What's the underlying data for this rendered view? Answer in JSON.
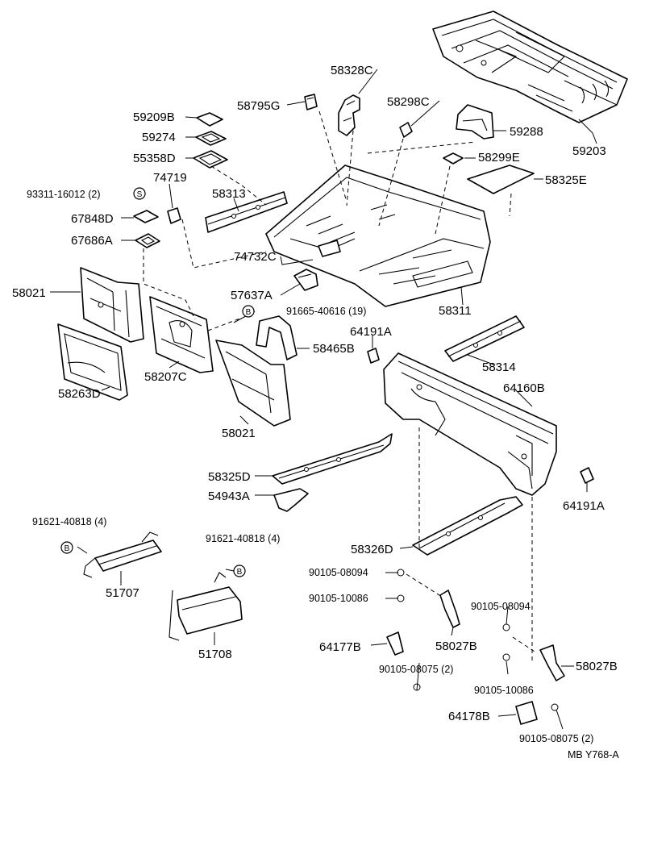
{
  "parts": {
    "p58328C": "58328C",
    "p58795G": "58795G",
    "p58298C": "58298C",
    "p59209B": "59209B",
    "p59274": "59274",
    "p55358D": "55358D",
    "p74719": "74719",
    "p93311": "93311-16012 (2)",
    "p67848D": "67848D",
    "p67686A": "67686A",
    "p58313": "58313",
    "p59288": "59288",
    "p59203": "59203",
    "p58299E": "58299E",
    "p58325E": "58325E",
    "p74732C": "74732C",
    "p57637A": "57637A",
    "p58311": "58311",
    "p58021a": "58021",
    "p91665": "91665-40616 (19)",
    "p64191Aa": "64191A",
    "p58465B": "58465B",
    "p58314": "58314",
    "p58207C": "58207C",
    "p58263D": "58263D",
    "p64160B": "64160B",
    "p58021b": "58021",
    "p58325D": "58325D",
    "p54943A": "54943A",
    "p64191Ab": "64191A",
    "p91621a": "91621-40818 (4)",
    "p91621b": "91621-40818 (4)",
    "p51707": "51707",
    "p51708": "51708",
    "p58326D": "58326D",
    "p90105_08094a": "90105-08094",
    "p90105_10086a": "90105-10086",
    "p90105_08094b": "90105-08094",
    "p64177B": "64177B",
    "p58027Ba": "58027B",
    "p90105_08075a": "90105-08075 (2)",
    "p58027Bb": "58027B",
    "p90105_10086b": "90105-10086",
    "p64178B": "64178B",
    "p90105_08075b": "90105-08075 (2)"
  },
  "symbols": {
    "s": "S",
    "b": "B"
  },
  "footer": {
    "code": "MB Y768-A"
  }
}
